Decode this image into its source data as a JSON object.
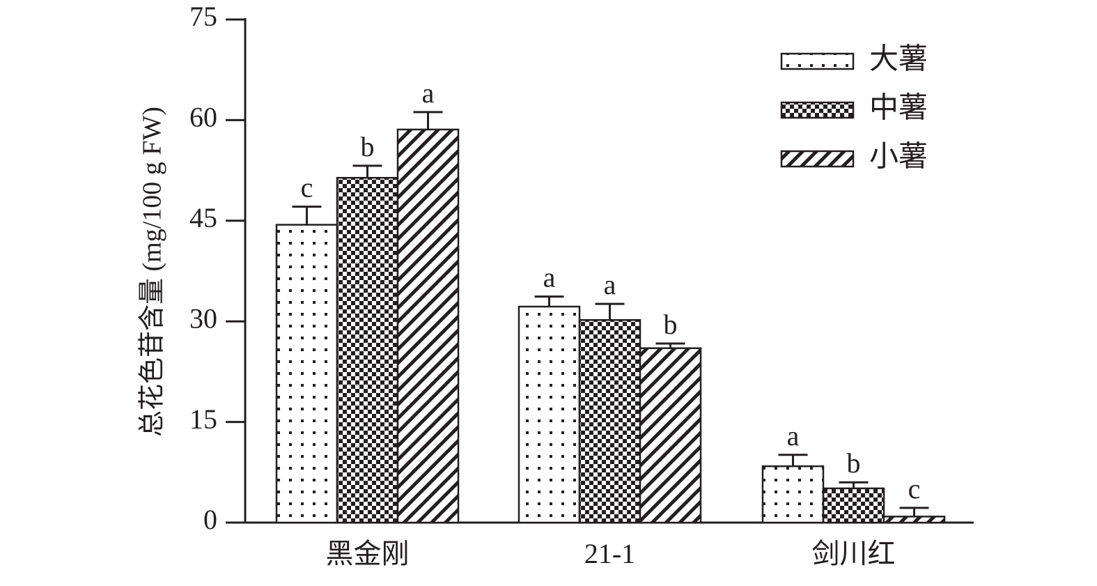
{
  "chart_data": {
    "type": "bar",
    "title": "",
    "xlabel": "",
    "ylabel": "总花色苷含量 (mg/100 g FW)",
    "ylim": [
      0,
      75
    ],
    "yticks": [
      "0",
      "15",
      "30",
      "45",
      "60",
      "75"
    ],
    "ytick_values": [
      0,
      15,
      30,
      45,
      60,
      75
    ],
    "categories": [
      "黑金刚",
      "21-1",
      "剑川红"
    ],
    "legend_position": "top-right",
    "series": [
      {
        "name": "大薯",
        "pattern": "dots",
        "values": [
          44.4,
          32.2,
          8.4
        ],
        "errors": [
          2.7,
          1.5,
          1.7
        ],
        "letters": [
          "c",
          "a",
          "a"
        ]
      },
      {
        "name": "中薯",
        "pattern": "checker",
        "values": [
          51.4,
          30.2,
          5.1
        ],
        "errors": [
          1.8,
          2.4,
          0.9
        ],
        "letters": [
          "b",
          "a",
          "b"
        ]
      },
      {
        "name": "小薯",
        "pattern": "hatch",
        "values": [
          58.6,
          26.0,
          0.9
        ],
        "errors": [
          2.6,
          0.7,
          1.3
        ],
        "letters": [
          "a",
          "b",
          "c"
        ]
      }
    ],
    "colors": {
      "ink": "#231f20",
      "fill": "#ffffff"
    }
  }
}
